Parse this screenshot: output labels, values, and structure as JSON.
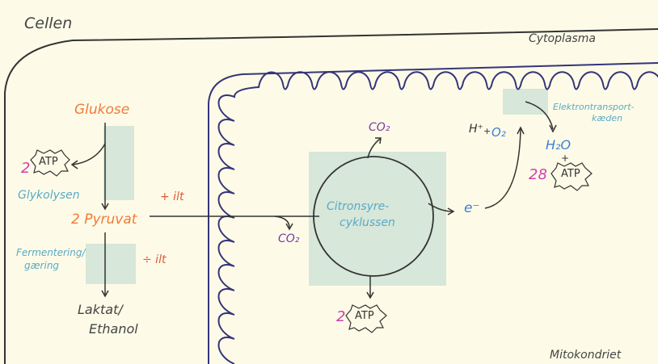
{
  "title": "Cellen",
  "regions": {
    "cytoplasm": "Cytoplasma",
    "mitochondrion": "Mitokondriet"
  },
  "glycolysis": {
    "input": "Glukose",
    "process": "Glykolysen",
    "output": "2 Pyruvat",
    "atp_count": "2",
    "atp_label": "ATP"
  },
  "anaerobic": {
    "condition": "÷ ilt",
    "process_line1": "Fermentering/",
    "process_line2": "gæring",
    "product_line1": "Laktat/",
    "product_line2": "Ethanol"
  },
  "aerobic": {
    "condition": "+ ilt",
    "co2_out": "CO₂"
  },
  "citric_acid_cycle": {
    "label_line1": "Citronsyre-",
    "label_line2": "cyklussen",
    "co2_out": "CO₂",
    "electrons": "e⁻",
    "atp_count": "2",
    "atp_label": "ATP"
  },
  "electron_transport": {
    "label_line1": "Elektrontransport-",
    "label_line2": "kæden",
    "proton": "H⁺",
    "plus": "+",
    "oxygen": "O₂",
    "water": "H₂O",
    "plus_atp": "+",
    "atp_count": "28",
    "atp_label": "ATP"
  },
  "colors": {
    "background": "#fdfbe7",
    "glucose": "#f07b3a",
    "atp_count": "#d23fb0",
    "process_label": "#5aa9c6",
    "condition": "#e05a3a",
    "co2": "#7a3aa6",
    "electrons_water": "#3a7fd6",
    "atp_28": "#d23fb0",
    "membrane": "#34347a",
    "highlight_box": "#d7e7d9",
    "text_dark": "#444"
  }
}
